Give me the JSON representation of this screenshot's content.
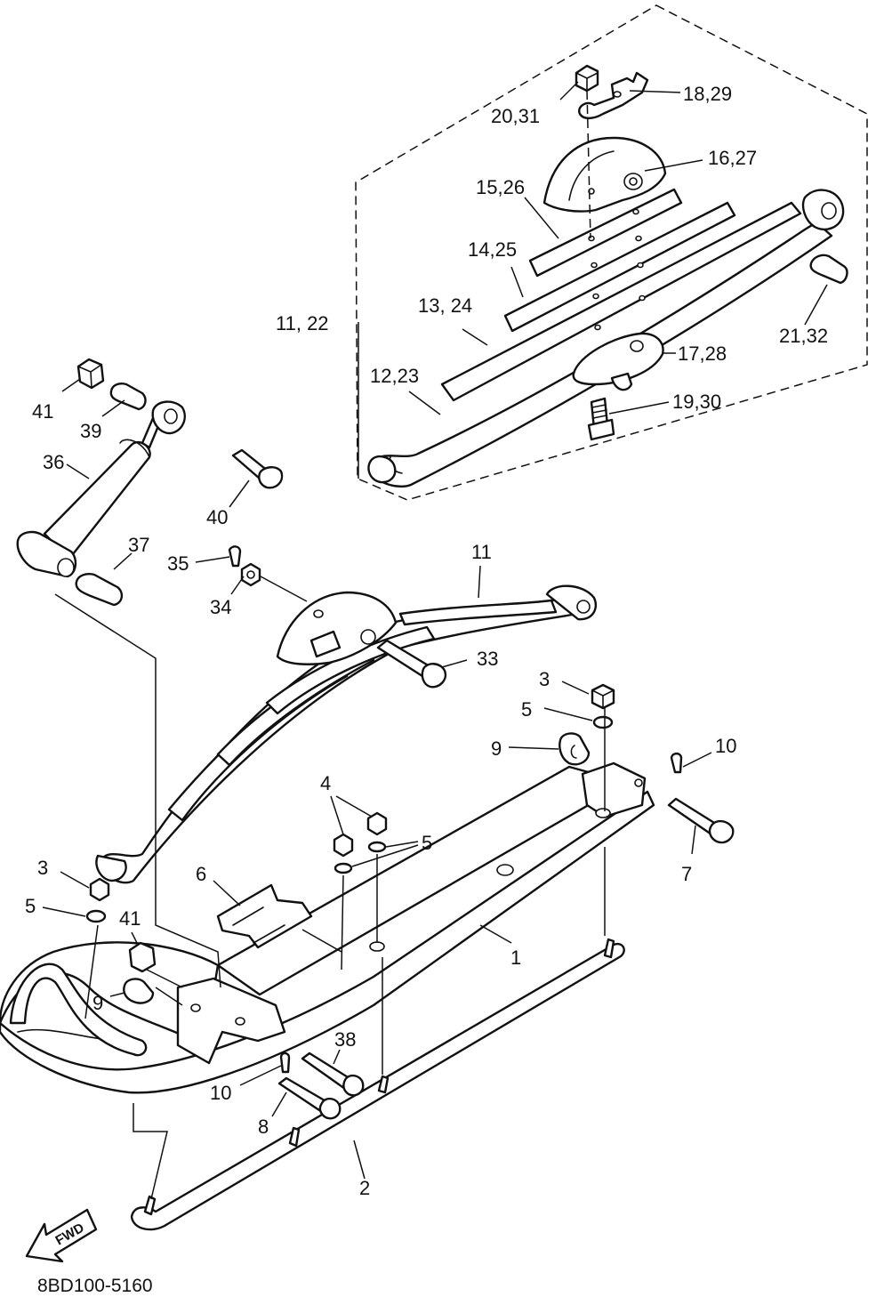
{
  "diagram": {
    "labels": {
      "l_18_29": "18,29",
      "l_20_31": "20,31",
      "l_16_27": "16,27",
      "l_15_26": "15,26",
      "l_14_25": "14,25",
      "l_13_24": "13, 24",
      "l_11_22": "11, 22",
      "l_12_23": "12,23",
      "l_21_32": "21,32",
      "l_17_28": "17,28",
      "l_19_30": "19,30",
      "l_41a": "41",
      "l_39": "39",
      "l_36": "36",
      "l_40": "40",
      "l_37": "37",
      "l_35": "35",
      "l_34": "34",
      "l_11": "11",
      "l_33": "33",
      "l_3a": "3",
      "l_5a": "5",
      "l_9a": "9",
      "l_10a": "10",
      "l_4": "4",
      "l_5b": "5",
      "l_7": "7",
      "l_6": "6",
      "l_3b": "3",
      "l_5c": "5",
      "l_41b": "41",
      "l_1": "1",
      "l_9b": "9",
      "l_38": "38",
      "l_10b": "10",
      "l_8": "8",
      "l_2": "2"
    },
    "fwd_label": "FWD",
    "drawing_code": "8BD100-5160"
  }
}
